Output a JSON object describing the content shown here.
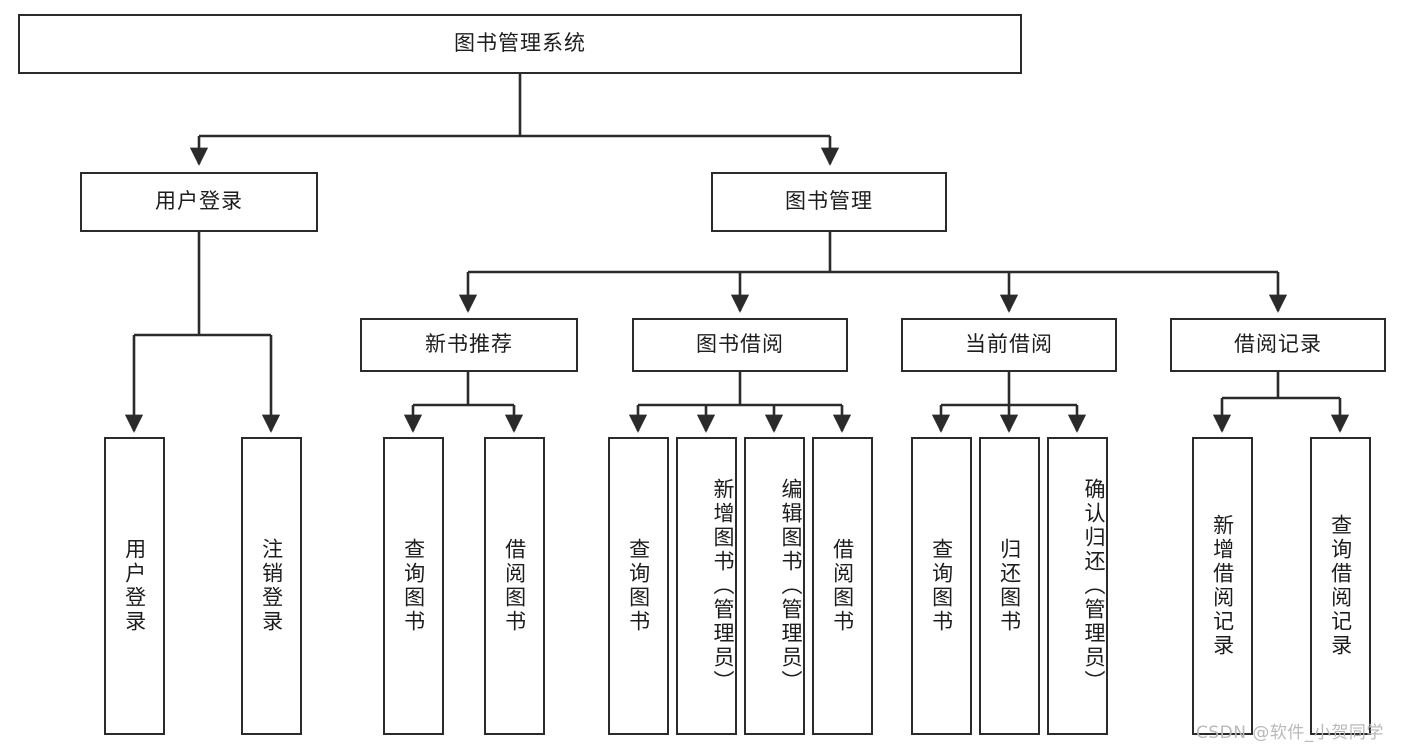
{
  "diagram": {
    "title": "图书管理系统",
    "orientation": "top-down-tree",
    "root": {
      "id": "root",
      "label": "图书管理系统"
    },
    "level1": [
      {
        "id": "user-login",
        "label": "用户登录"
      },
      {
        "id": "book-management",
        "label": "图书管理"
      }
    ],
    "level2": [
      {
        "id": "new-book-recommend",
        "label": "新书推荐",
        "parent": "book-management"
      },
      {
        "id": "book-borrow",
        "label": "图书借阅",
        "parent": "book-management"
      },
      {
        "id": "current-borrow",
        "label": "当前借阅",
        "parent": "book-management"
      },
      {
        "id": "borrow-record",
        "label": "借阅记录",
        "parent": "book-management"
      }
    ],
    "leaves": {
      "user_login": [
        {
          "id": "leaf-user-login",
          "label": "用户登录"
        },
        {
          "id": "leaf-logout",
          "label": "注销登录"
        }
      ],
      "new_book_recommend": [
        {
          "id": "leaf-query-book-1",
          "label": "查询图书"
        },
        {
          "id": "leaf-borrow-book-1",
          "label": "借阅图书"
        }
      ],
      "book_borrow": [
        {
          "id": "leaf-query-book-2",
          "label": "查询图书"
        },
        {
          "id": "leaf-add-book",
          "label": "新增图书（管理员）"
        },
        {
          "id": "leaf-edit-book",
          "label": "编辑图书（管理员）"
        },
        {
          "id": "leaf-borrow-book-2",
          "label": "借阅图书"
        }
      ],
      "current_borrow": [
        {
          "id": "leaf-query-book-3",
          "label": "查询图书"
        },
        {
          "id": "leaf-return-book",
          "label": "归还图书"
        },
        {
          "id": "leaf-confirm-return",
          "label": "确认归还（管理员）"
        }
      ],
      "borrow_record": [
        {
          "id": "leaf-add-record",
          "label": "新增借阅记录"
        },
        {
          "id": "leaf-query-record",
          "label": "查询借阅记录"
        }
      ]
    }
  },
  "watermark": {
    "text": "CSDN @软件_小贺同学"
  },
  "colors": {
    "background": "#ffffff",
    "node_border": "#2b2b2b",
    "node_fill": "#ffffff",
    "edge": "#2b2b2b",
    "text": "#1d1d1d",
    "watermark": "#b9b9b9"
  }
}
